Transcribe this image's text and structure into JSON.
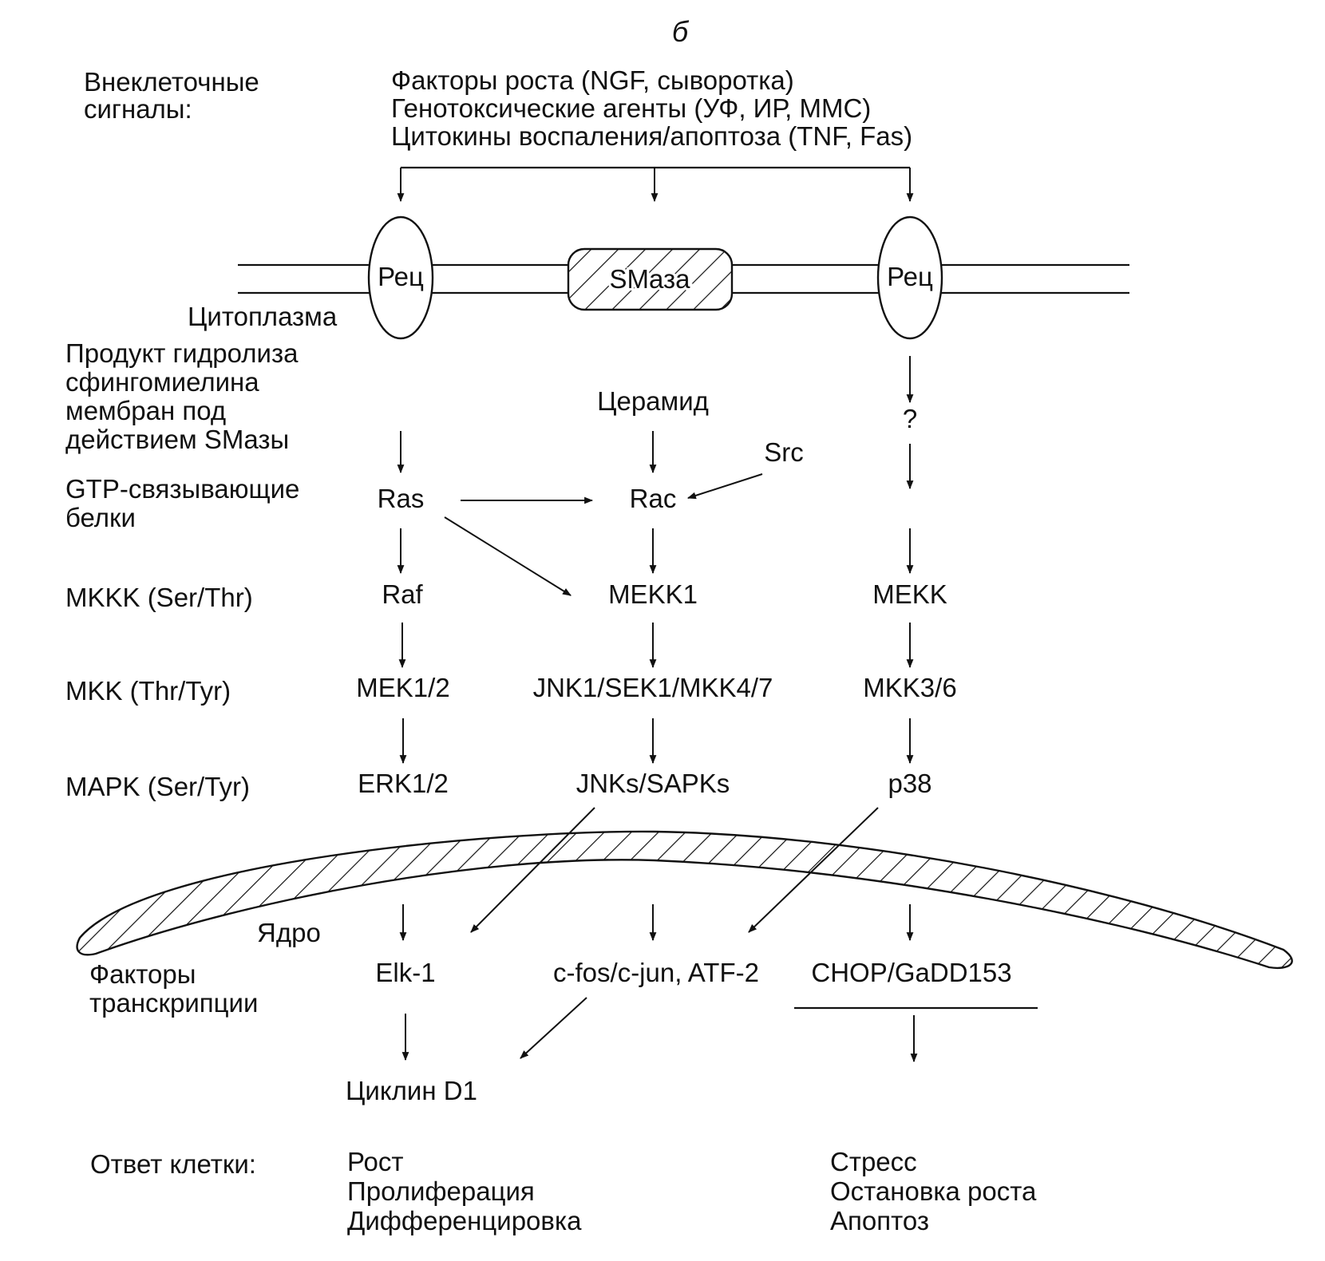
{
  "panel_letter": "б",
  "signals": {
    "label": [
      "Внеклеточные",
      "сигналы:"
    ],
    "lines": [
      "Факторы роста (NGF, сыворотка)",
      "Генотоксические агенты (УФ, ИР, ММС)",
      "Цитокины воспаления/апоптоза (TNF, Fas)"
    ]
  },
  "membrane": {
    "receptor_left": "Рец",
    "smase": "SMаза",
    "receptor_right": "Рец",
    "cytoplasm": "Цитоплазма"
  },
  "rows": {
    "hydrolysis": [
      "Продукт гидролиза",
      "сфингомиелина",
      "мембран под",
      "действием SMазы"
    ],
    "gtp": [
      "GTP-связывающие",
      "белки"
    ],
    "mkkk": "MKKK (Ser/Thr)",
    "mkk": "MKK (Thr/Tyr)",
    "mapk": "MAPK (Ser/Tyr)",
    "tf": [
      "Факторы",
      "транскрипции"
    ],
    "response_label": "Ответ клетки:"
  },
  "nodes": {
    "ceramide": "Церамид",
    "unknown": "?",
    "src": "Src",
    "ras": "Ras",
    "rac": "Rac",
    "raf": "Raf",
    "mekk1": "MEKK1",
    "mekk": "MEKK",
    "mek12": "MEK1/2",
    "jnk_sek": "JNK1/SEK1/MKK4/7",
    "mkk36": "MKK3/6",
    "erk12": "ERK1/2",
    "jnks_sapks": "JNKs/SAPKs",
    "p38": "p38",
    "nucleus": "Ядро",
    "elk1": "Elk-1",
    "cfos": "c-fos/c-jun, ATF-2",
    "chop": "CHOP/GaDD153",
    "cyclin": "Циклин D1"
  },
  "responses": {
    "left": [
      "Рост",
      "Пролиферация",
      "Дифференцировка"
    ],
    "right": [
      "Стресс",
      "Остановка роста",
      "Апоптоз"
    ]
  }
}
